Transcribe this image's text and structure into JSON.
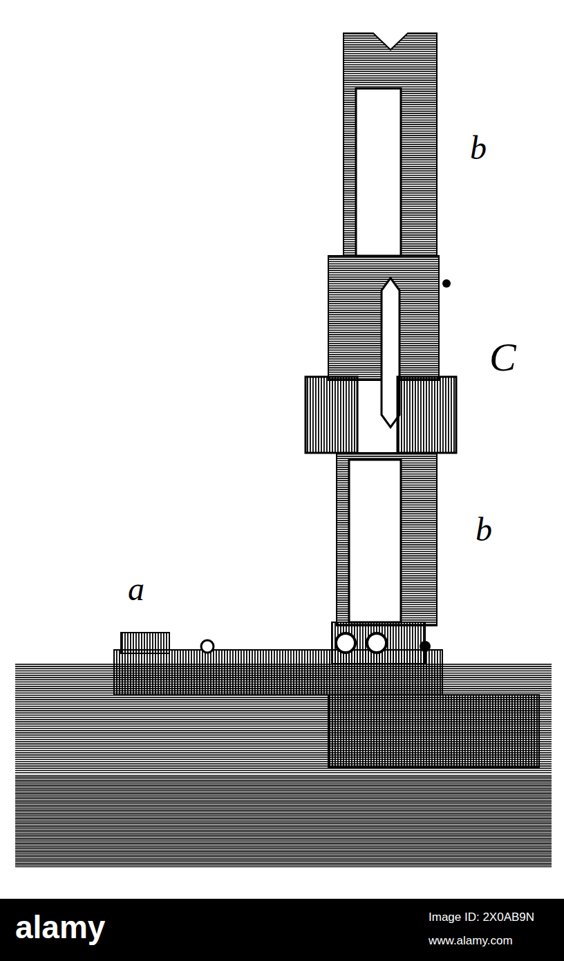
{
  "diagram": {
    "labels": [
      "a",
      "b",
      "C",
      "b",
      "alamy",
      "Image ID: 2X0AB9N",
      "www.alamy.com"
    ]
  }
}
